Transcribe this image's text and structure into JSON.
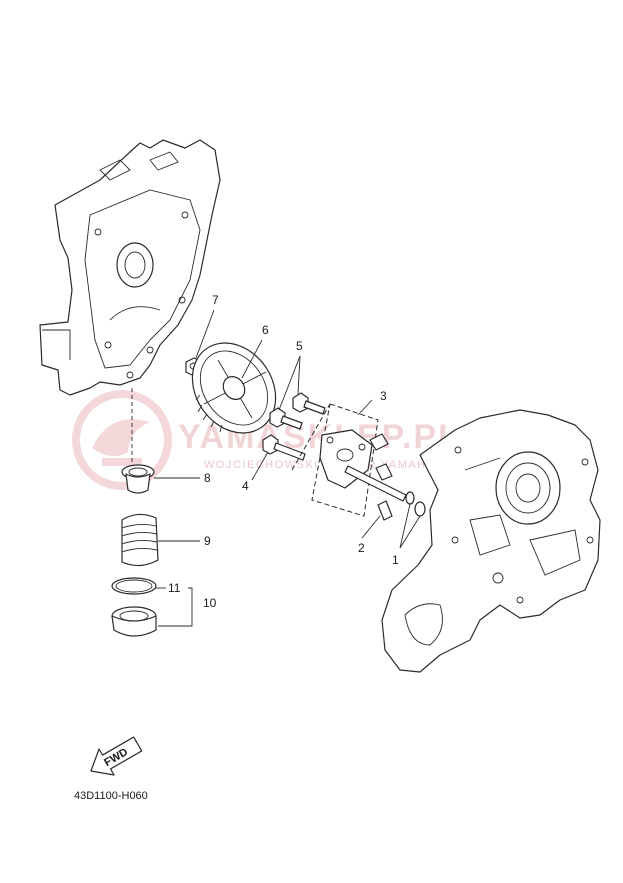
{
  "watermark": {
    "brand": "YAMASKLEP.PL",
    "subtitle": "WOJCIECHOWSKI DEALER YAMAHA"
  },
  "callouts": {
    "p1": "1",
    "p2": "2",
    "p3": "3",
    "p4": "4",
    "p5": "5",
    "p6": "6",
    "p7": "7",
    "p8": "8",
    "p9": "9",
    "p10": "10",
    "p11": "11"
  },
  "fwd_label": "FWD",
  "diagram_code": "43D1100-H060",
  "colors": {
    "line": "#2b2b2b",
    "watermark": "#e7b2b6"
  }
}
